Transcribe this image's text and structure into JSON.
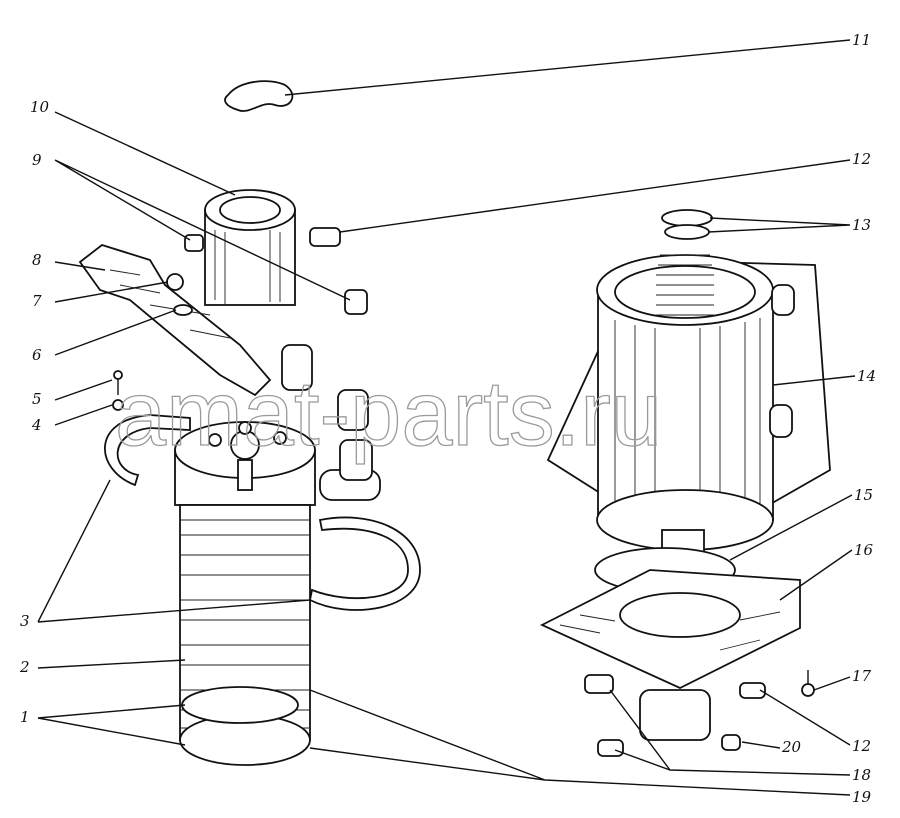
{
  "figure": {
    "watermark": "amat-parts.ru",
    "labels": [
      "1",
      "2",
      "3",
      "4",
      "5",
      "6",
      "7",
      "8",
      "9",
      "10",
      "11",
      "12",
      "13",
      "14",
      "15",
      "16",
      "17",
      "12",
      "20",
      "18",
      "19"
    ]
  }
}
